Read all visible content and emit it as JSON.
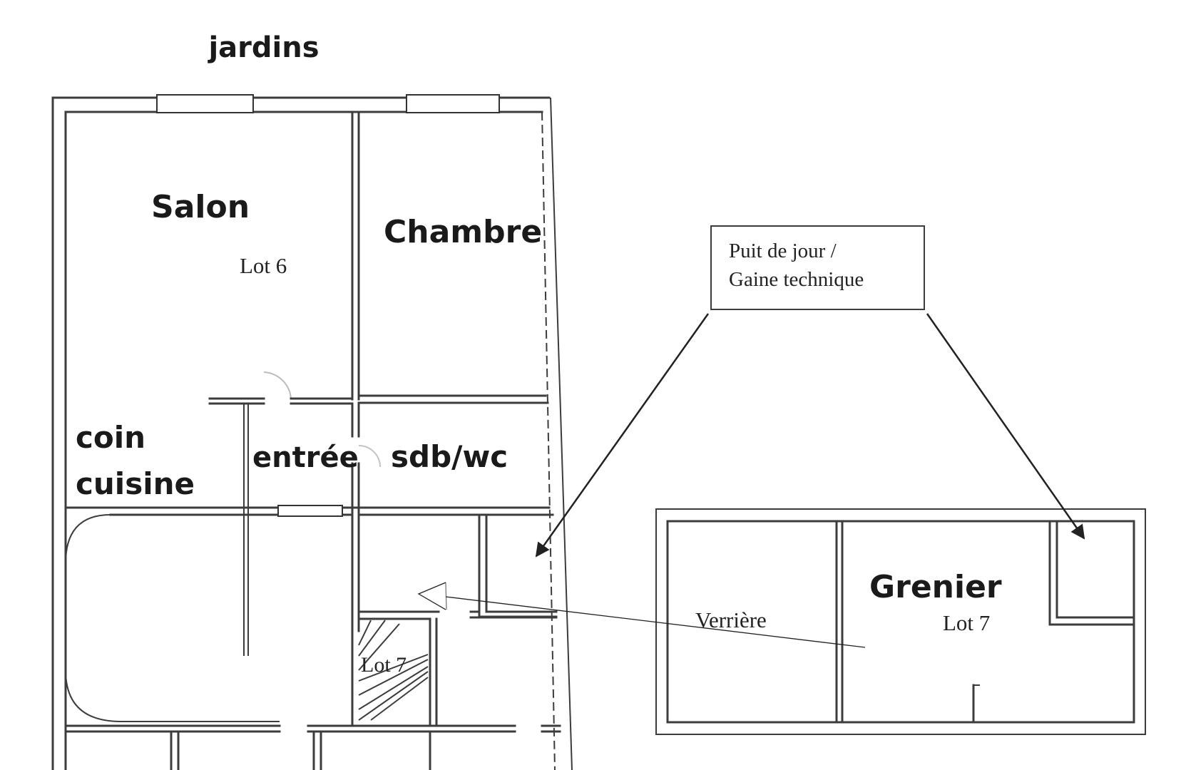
{
  "title": "jardins",
  "rooms": {
    "salon": "Salon",
    "chambre": "Chambre",
    "coin": "coin",
    "cuisine": "cuisine",
    "entree": "entrée",
    "sdb": "sdb/wc",
    "grenier": "Grenier"
  },
  "lots": {
    "lot6": "Lot 6",
    "lot7_stairs": "Lot 7",
    "lot7_grenier": "Lot 7"
  },
  "annotations": {
    "verriere": "Verrière",
    "puit_line1": "Puit de jour /",
    "puit_line2": "Gaine technique"
  }
}
